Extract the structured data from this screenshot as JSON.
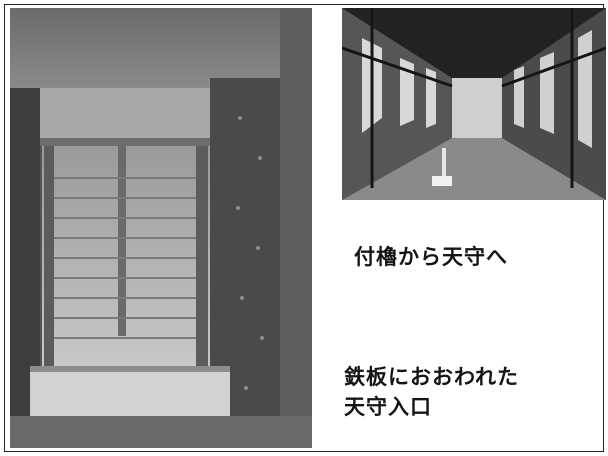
{
  "captions": {
    "upper": "付櫓から天守へ",
    "lower_line1": "鉄板におおわれた",
    "lower_line2": "天守入口"
  },
  "photos": {
    "left_icon": "stairway-photo",
    "right_icon": "corridor-photo"
  },
  "colors": {
    "background": "#ffffff",
    "text": "#151515"
  }
}
